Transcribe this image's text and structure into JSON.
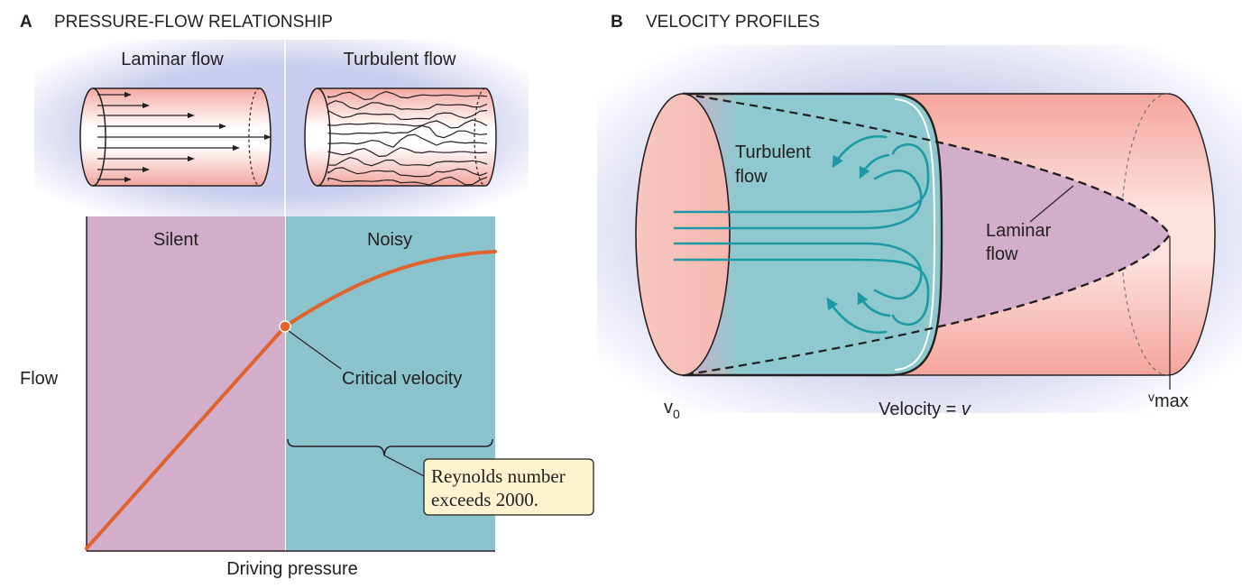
{
  "panel_a": {
    "letter": "A",
    "title": "PRESSURE-FLOW RELATIONSHIP",
    "laminar_tube_label": "Laminar flow",
    "turbulent_tube_label": "Turbulent flow",
    "region_left_label": "Silent",
    "region_right_label": "Noisy",
    "y_axis_label": "Flow",
    "x_axis_label": "Driving pressure",
    "critical_point_label": "Critical velocity",
    "callout_line1": "Reynolds number",
    "callout_line2": "exceeds 2000."
  },
  "panel_b": {
    "letter": "B",
    "title": "VELOCITY PROFILES",
    "turbulent_line1": "Turbulent",
    "turbulent_line2": "flow",
    "laminar_line1": "Laminar",
    "laminar_line2": "flow",
    "v0_main": "v",
    "v0_sub": "0",
    "velocity_label": "Velocity = ",
    "velocity_symbol": "v",
    "vmax_super": "v",
    "vmax_main": "max"
  },
  "colors": {
    "silent_region": "#d2aecb",
    "noisy_region": "#8ac3cb",
    "flow_curve": "#e0622c",
    "tube_pink": "#f6b6ae",
    "turbulent_teal": "#1b9aa6",
    "callout_fill": "#fdf3cf"
  }
}
